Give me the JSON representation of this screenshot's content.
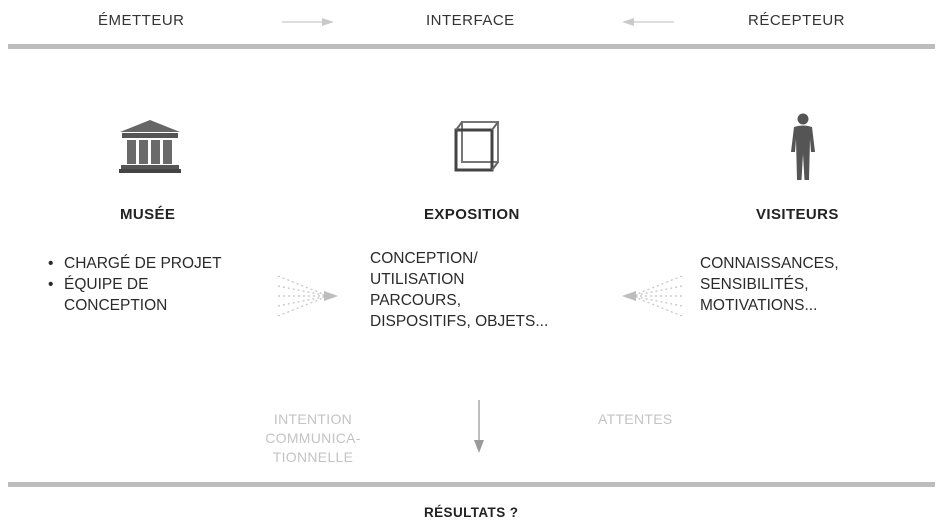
{
  "header": {
    "left": "ÉMETTEUR",
    "center": "INTERFACE",
    "right": "RÉCEPTEUR"
  },
  "columns": {
    "museum": {
      "icon": "museum-building-icon",
      "title": "MUSÉE",
      "items": [
        "CHARGÉ DE PROJET",
        "ÉQUIPE DE",
        "CONCEPTION"
      ]
    },
    "exhibition": {
      "icon": "open-cube-icon",
      "title": "EXPOSITION",
      "lines": [
        "CONCEPTION/",
        "UTILISATION",
        "PARCOURS,",
        "DISPOSITIFS, OBJETS..."
      ]
    },
    "visitors": {
      "icon": "standing-person-icon",
      "title": "VISITEURS",
      "lines": [
        "CONNAISSANCES,",
        "SENSIBILITÉS,",
        "MOTIVATIONS..."
      ]
    }
  },
  "lower": {
    "intention_lines": [
      "INTENTION",
      "COMMUNICA-",
      "TIONNELLE"
    ],
    "attentes": "ATTENTES"
  },
  "footer": {
    "result": "RÉSULTATS ?"
  },
  "colors": {
    "rule": "#bdbdbd",
    "faint_text": "#c4c4c4",
    "arrow": "#bbbbbb",
    "icon": "#555555"
  }
}
